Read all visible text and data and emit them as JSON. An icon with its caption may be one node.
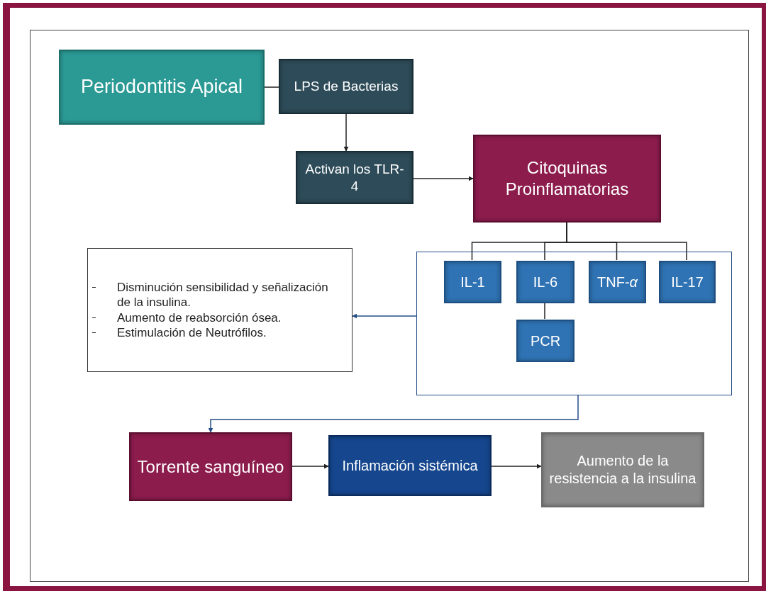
{
  "diagram": {
    "nodes": [
      {
        "text": [
          "Periodontitis Apical"
        ]
      },
      {
        "text": [
          "LPS de Bacterias"
        ]
      },
      {
        "text": [
          "Activan los TLR-4"
        ]
      },
      {
        "text": [
          "Citoquinas Proinflamatorias"
        ]
      },
      {
        "text": [
          "Disminución sensibilidad y señalización de la insulina.",
          "Aumento de reabsorción ósea.",
          "Estimulación de Neutrófilos."
        ]
      },
      {
        "text": [],
        "shape": "box"
      },
      {
        "text": [
          "IL-1"
        ],
        "in": 5
      },
      {
        "text": [
          "IL-6"
        ],
        "in": 5
      },
      {
        "text": [
          "TNF-*α*"
        ],
        "in": 5
      },
      {
        "text": [
          "IL-17"
        ],
        "in": 5
      },
      {
        "text": [
          "PCR"
        ],
        "in": 5
      },
      {
        "text": [
          "Torrente sanguíneo"
        ]
      },
      {
        "text": [
          "Inflamación sistémica"
        ]
      },
      {
        "text": [
          "Aumento de la resistencia a la insulina"
        ]
      }
    ],
    "edges": [
      {
        "from": 0,
        "to": 1,
        "arrow": "none"
      },
      {
        "from": 1,
        "to": 2,
        "arrow": "to"
      },
      {
        "from": 2,
        "to": 3,
        "arrow": "to"
      },
      {
        "from": 3,
        "to": 6,
        "arrow": "none"
      },
      {
        "from": 3,
        "to": 7,
        "arrow": "none"
      },
      {
        "from": 3,
        "to": 8,
        "arrow": "none"
      },
      {
        "from": 3,
        "to": 9,
        "arrow": "none"
      },
      {
        "from": 7,
        "to": 10,
        "arrow": "none"
      },
      {
        "from": 5,
        "to": 4,
        "arrow": "to",
        "color": "#234d86"
      },
      {
        "from": 5,
        "to": 11,
        "arrow": "to",
        "color": "#234d86"
      },
      {
        "from": 11,
        "to": 12,
        "arrow": "to"
      },
      {
        "from": 12,
        "to": 13,
        "arrow": "to"
      }
    ]
  }
}
